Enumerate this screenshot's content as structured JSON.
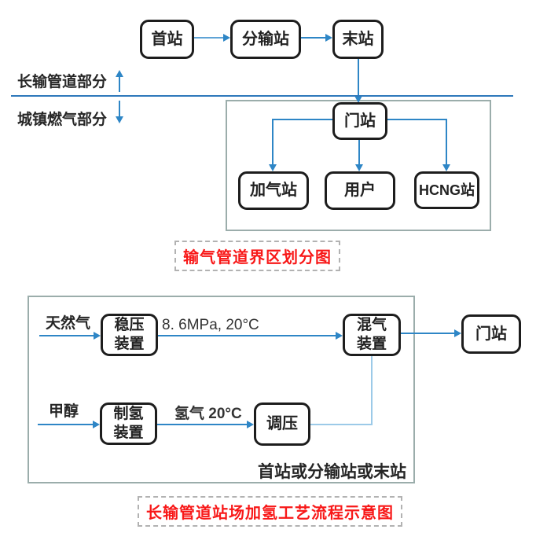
{
  "colors": {
    "arrow_blue": "#2e86c6",
    "line_blue": "#5fa3d6",
    "light_blue": "#9ccae8",
    "divider_blue": "#2e78bb",
    "container_gray": "#9badab",
    "node_border": "#1d1d1d",
    "caption_red": "#f81818",
    "caption_border": "#b2b2b2",
    "text_dark": "#262626"
  },
  "zone_diagram": {
    "nodes": {
      "first_station": "首站",
      "distribution_station": "分输站",
      "terminal_station": "末站",
      "gate_station": "门站",
      "refueling_station": "加气站",
      "users": "用户",
      "hcng_station": "HCNG站"
    },
    "region_labels": {
      "long_distance": "长输管道部分",
      "city_gas": "城镇燃气部分"
    },
    "caption": "输气管道界区划分图"
  },
  "process_diagram": {
    "inputs": {
      "natural_gas": "天然气",
      "methanol": "甲醇"
    },
    "nodes": {
      "pressure_stabilizer": "稳压\n装置",
      "gas_mixer": "混气\n装置",
      "hydrogen_plant": "制氢\n装置",
      "pressure_regulator": "调压",
      "gate_station": "门站"
    },
    "stream_labels": {
      "ng_condition": "8. 6MPa, 20°C",
      "h2_condition": "氢气 20°C"
    },
    "station_label": "首站或分输站或末站",
    "caption": "长输管道站场加氢工艺流程示意图"
  }
}
